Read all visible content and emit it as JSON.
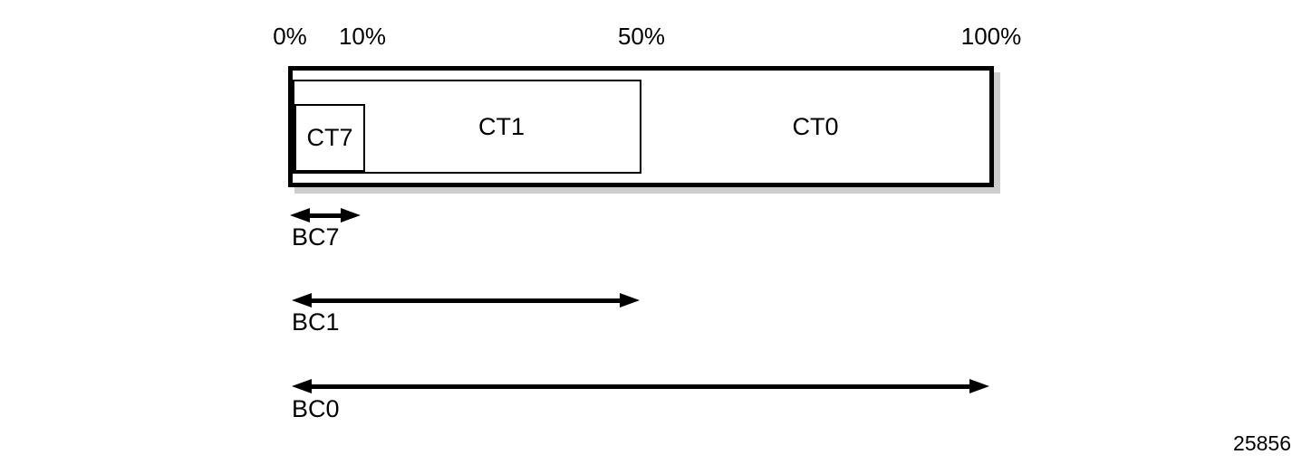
{
  "diagram": {
    "scale_labels": [
      {
        "text": "0%",
        "value_pct": 0
      },
      {
        "text": "10%",
        "value_pct": 10
      },
      {
        "text": "50%",
        "value_pct": 50
      },
      {
        "text": "100%",
        "value_pct": 100
      }
    ],
    "class_type_boxes": [
      {
        "label": "CT0",
        "from_pct": 0,
        "to_pct": 100
      },
      {
        "label": "CT1",
        "from_pct": 0,
        "to_pct": 50
      },
      {
        "label": "CT7",
        "from_pct": 0,
        "to_pct": 10
      }
    ],
    "bandwidth_constraints": [
      {
        "label": "BC7",
        "from_pct": 0,
        "to_pct": 10
      },
      {
        "label": "BC1",
        "from_pct": 0,
        "to_pct": 50
      },
      {
        "label": "BC0",
        "from_pct": 0,
        "to_pct": 100
      }
    ],
    "figure_number": "25856",
    "colors": {
      "ink": "#000000",
      "box_shadow": "#cdcdcd",
      "background": "#ffffff"
    }
  }
}
